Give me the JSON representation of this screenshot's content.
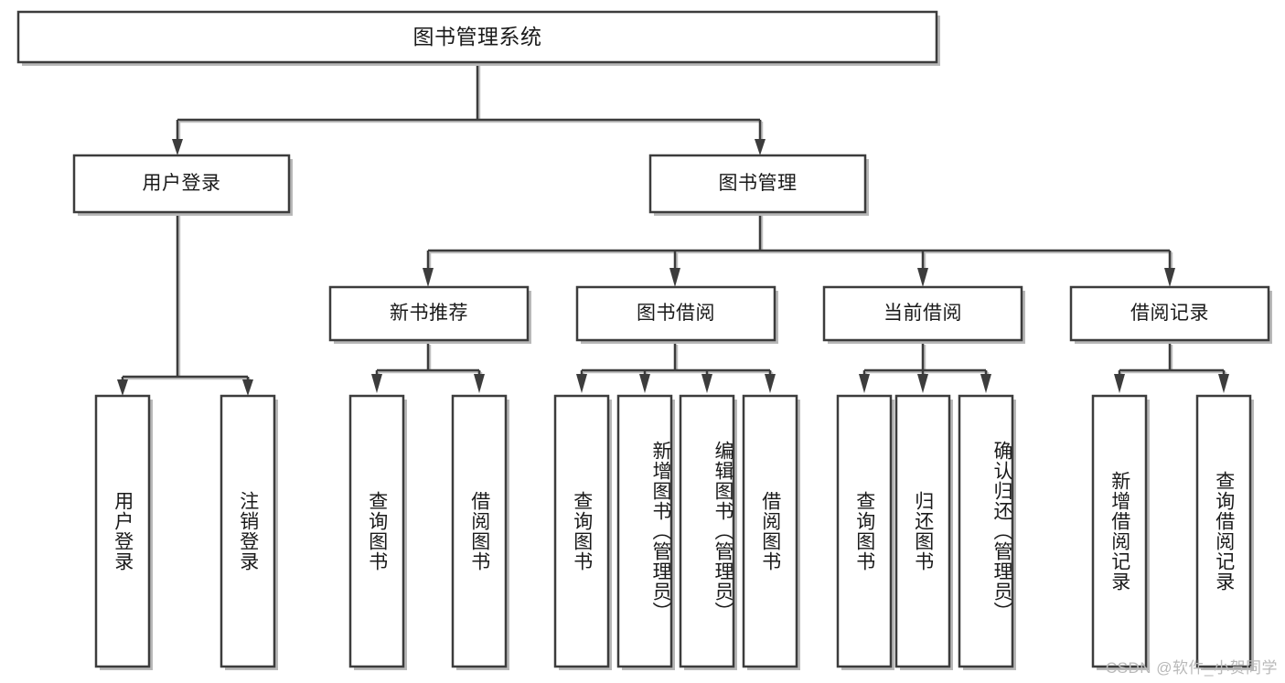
{
  "diagram": {
    "type": "tree-hierarchy",
    "title": "图书管理系统",
    "root": {
      "id": "root",
      "label": "图书管理系统",
      "orientation": "horizontal"
    },
    "level2": [
      {
        "id": "user-login",
        "label": "用户登录",
        "orientation": "horizontal"
      },
      {
        "id": "book-manage",
        "label": "图书管理",
        "orientation": "horizontal"
      }
    ],
    "level3": [
      {
        "id": "new-book-recommend",
        "label": "新书推荐",
        "orientation": "horizontal",
        "parent": "book-manage"
      },
      {
        "id": "book-borrow",
        "label": "图书借阅",
        "orientation": "horizontal",
        "parent": "book-manage"
      },
      {
        "id": "current-borrow",
        "label": "当前借阅",
        "orientation": "horizontal",
        "parent": "book-manage"
      },
      {
        "id": "borrow-record",
        "label": "借阅记录",
        "orientation": "horizontal",
        "parent": "book-manage"
      }
    ],
    "leaves": [
      {
        "id": "leaf-user-login",
        "label": "用户登录",
        "orientation": "vertical",
        "parent": "user-login"
      },
      {
        "id": "leaf-user-logout",
        "label": "注销登录",
        "orientation": "vertical",
        "parent": "user-login"
      },
      {
        "id": "leaf-query-book-1",
        "label": "查询图书",
        "orientation": "vertical",
        "parent": "new-book-recommend"
      },
      {
        "id": "leaf-borrow-book-1",
        "label": "借阅图书",
        "orientation": "vertical",
        "parent": "new-book-recommend"
      },
      {
        "id": "leaf-query-book-2",
        "label": "查询图书",
        "orientation": "vertical",
        "parent": "book-borrow"
      },
      {
        "id": "leaf-add-book",
        "label": "新增图书（管理员）",
        "orientation": "vertical",
        "parent": "book-borrow"
      },
      {
        "id": "leaf-edit-book",
        "label": "编辑图书（管理员）",
        "orientation": "vertical",
        "parent": "book-borrow"
      },
      {
        "id": "leaf-borrow-book-2",
        "label": "借阅图书",
        "orientation": "vertical",
        "parent": "book-borrow"
      },
      {
        "id": "leaf-query-book-3",
        "label": "查询图书",
        "orientation": "vertical",
        "parent": "current-borrow"
      },
      {
        "id": "leaf-return-book",
        "label": "归还图书",
        "orientation": "vertical",
        "parent": "current-borrow"
      },
      {
        "id": "leaf-confirm-return",
        "label": "确认归还（管理员）",
        "orientation": "vertical",
        "parent": "current-borrow"
      },
      {
        "id": "leaf-add-record",
        "label": "新增借阅记录",
        "orientation": "vertical",
        "parent": "borrow-record"
      },
      {
        "id": "leaf-query-record",
        "label": "查询借阅记录",
        "orientation": "vertical",
        "parent": "borrow-record"
      }
    ],
    "colors": {
      "box_stroke": "#3c3c3c",
      "box_fill": "#ffffff",
      "text": "#1a1a1a",
      "shadow": "#b8b8b8",
      "watermark": "#b9b9b9",
      "background": "#ffffff"
    }
  },
  "watermark": {
    "text": "CSDN @软件_小贺同学"
  }
}
